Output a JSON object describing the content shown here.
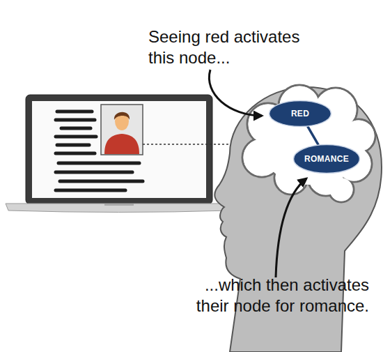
{
  "diagram": {
    "nodes": [
      {
        "text": [
          "RED"
        ]
      },
      {
        "text": [
          "ROMANCE"
        ]
      }
    ],
    "edges": [
      {
        "from": 0,
        "to": 1,
        "arrow": "none"
      }
    ],
    "labels": [
      "Seeing red activates this node...",
      "...which then activates their node for romance."
    ]
  }
}
